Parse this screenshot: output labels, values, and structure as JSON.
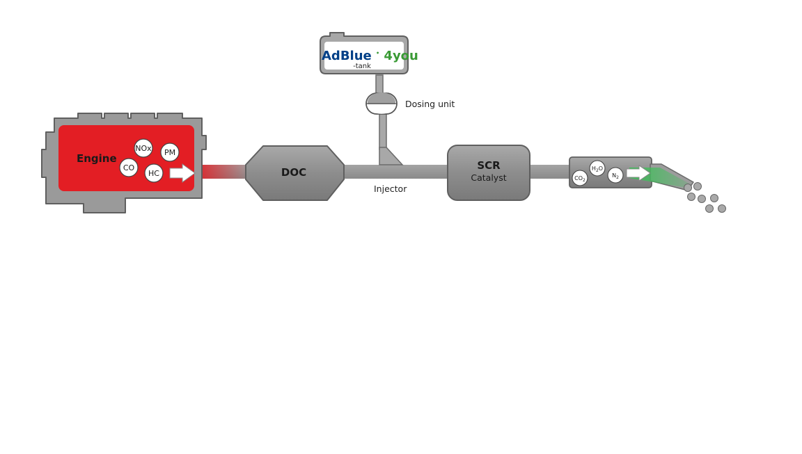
{
  "brand": {
    "name_part1": "AdBlue",
    "name_dot": "•",
    "name_part2": "4you",
    "suffix": "-tank"
  },
  "components": {
    "engine": "Engine",
    "doc": "DOC",
    "scr_title": "SCR",
    "scr_subtitle": "Catalyst",
    "dosing_unit": "Dosing unit",
    "injector": "Injector"
  },
  "emissions_in": [
    "NOx",
    "PM",
    "CO",
    "HC"
  ],
  "emissions_out": {
    "co2": [
      "CO",
      "2"
    ],
    "h2o": [
      "H",
      "2",
      "O"
    ],
    "n2": [
      "N",
      "2"
    ]
  },
  "colors": {
    "engine_red": "#e31e24",
    "pipe_gray": "#9a9a9a",
    "adblue_blue": "#003f87",
    "adblue_green": "#3a9a35",
    "clean_green": "#3fbf5a"
  }
}
